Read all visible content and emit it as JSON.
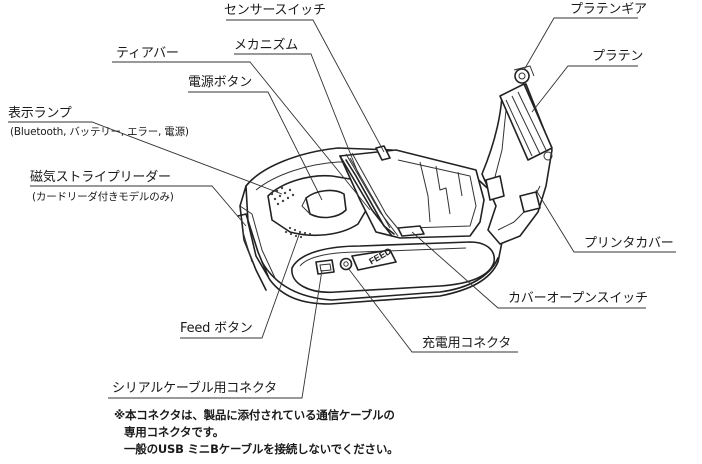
{
  "labels": {
    "sensor_switch": "センサースイッチ",
    "platen_gear": "プラテンギア",
    "mechanism": "メカニズム",
    "platen": "プラテン",
    "tear_bar": "ティアバー",
    "power_button": "電源ボタン",
    "display_lamp": "表示ランプ",
    "display_lamp_sub": "(Bluetooth, バッテリー, エラー, 電源)",
    "magnetic_stripe_reader": "磁気ストライプリーダー",
    "magnetic_stripe_reader_sub": "(カードリーダ付きモデルのみ)",
    "printer_cover": "プリンタカバー",
    "cover_open_switch": "カバーオープンスイッチ",
    "feed_button": "Feed ボタン",
    "charging_connector": "充電用コネクタ",
    "serial_cable_connector": "シリアルケーブル用コネクタ"
  },
  "device": {
    "feed_key_text": "FEED"
  },
  "notes": {
    "line1": "※本コネクタは、製品に添付されている通信ケーブルの",
    "line2": "専用コネクタです。",
    "line3": "一般のUSB ミニBケーブルを接続しないでください。"
  }
}
